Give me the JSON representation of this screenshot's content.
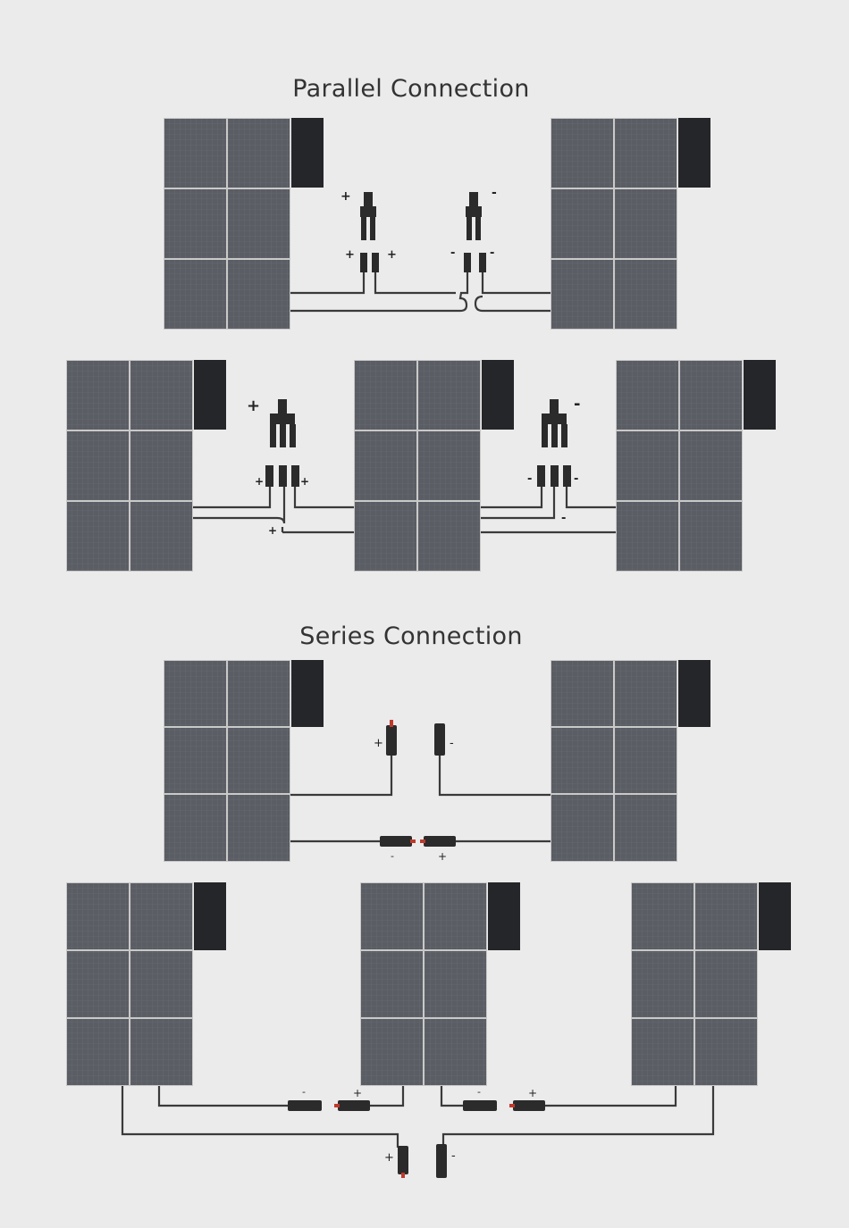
{
  "titles": {
    "parallel": "Parallel Connection",
    "series": "Series Connection"
  },
  "symbols": {
    "plus": "+",
    "minus": "-"
  },
  "colors": {
    "background": "#ebebeb",
    "panel_cell": "#5a5d63",
    "panel_frame": "#c9c9c9",
    "panel_flap": "#25262a",
    "cable": "#3a3a3a",
    "connector": "#2b2b2b",
    "connector_accent": "#c0392b"
  },
  "sections": [
    {
      "name": "parallel-two-panels",
      "panels": 2,
      "connection": "parallel",
      "connector": "Y-branch 2-to-1"
    },
    {
      "name": "parallel-three-panels",
      "panels": 3,
      "connection": "parallel",
      "connector": "Y-branch 3-to-1"
    },
    {
      "name": "series-two-panels",
      "panels": 2,
      "connection": "series",
      "connector": "MC4 pair"
    },
    {
      "name": "series-three-panels",
      "panels": 3,
      "connection": "series",
      "connector": "MC4 pair"
    }
  ]
}
